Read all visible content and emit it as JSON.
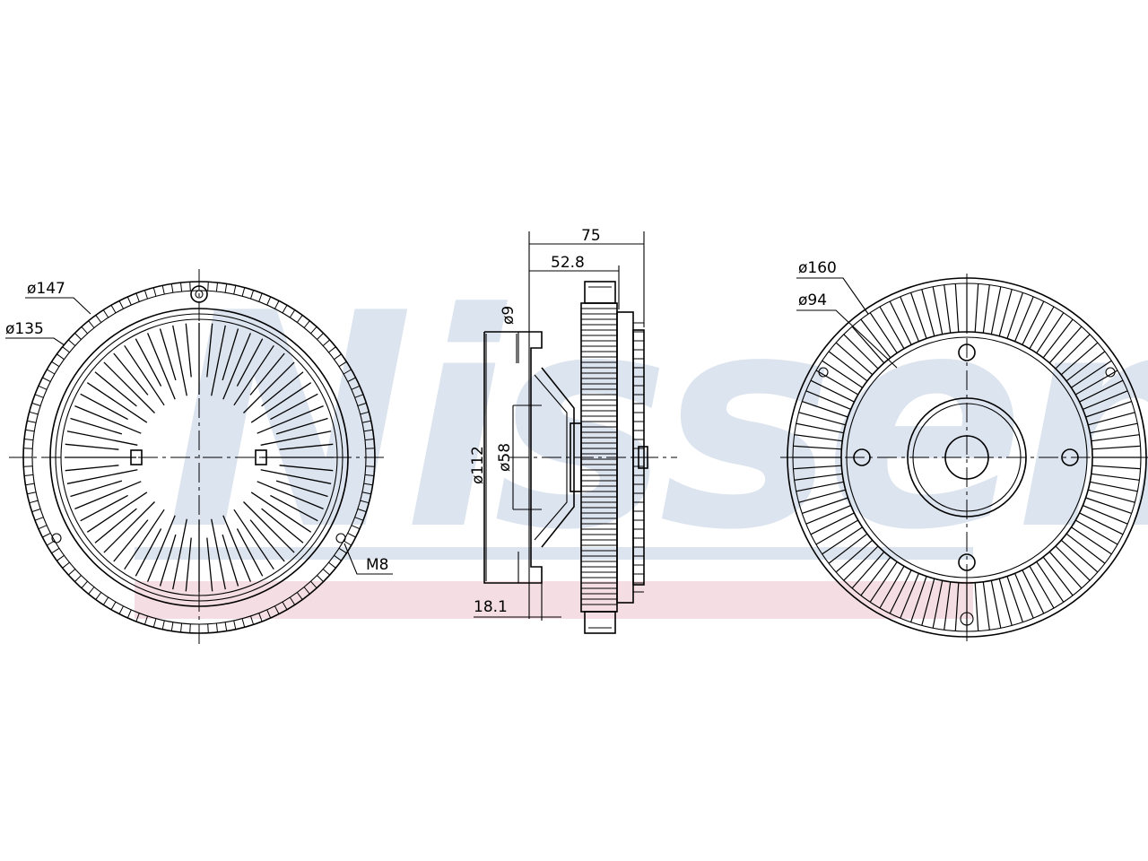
{
  "watermark": {
    "text": "Nissens",
    "color_blue": "#dce4ef",
    "color_red": "#f4dde3"
  },
  "views": {
    "front": {
      "dim_outer_dia": "ø147",
      "dim_inner_dia": "ø135",
      "dim_thread": "M8"
    },
    "side": {
      "dim_total_length": "75",
      "dim_body_length": "52.8",
      "dim_shaft_dia": "ø9",
      "dim_flange_dia": "ø112",
      "dim_hub_dia": "ø58",
      "dim_flange_thickness": "18.1"
    },
    "rear": {
      "dim_outer_dia": "ø160",
      "dim_bolt_circle_dia": "ø94"
    }
  }
}
